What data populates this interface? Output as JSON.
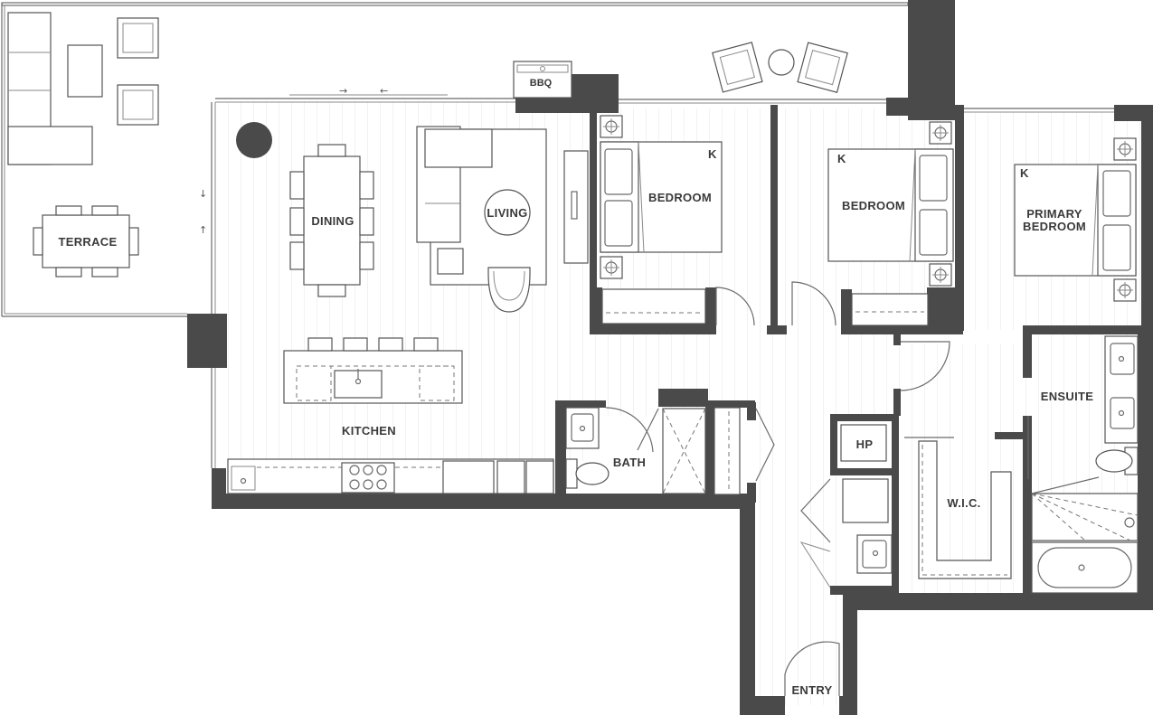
{
  "colors": {
    "wall": "#4a4a4b",
    "line": "#6b6b6b",
    "floor": "#fbfbfb",
    "background": "#ffffff"
  },
  "rooms": {
    "terrace": "TERRACE",
    "dining": "DINING",
    "living": "LIVING",
    "kitchen": "KITCHEN",
    "bedroom1": "BEDROOM",
    "bedroom2": "BEDROOM",
    "primary_line1": "PRIMARY",
    "primary_line2": "BEDROOM",
    "ensuite": "ENSUITE",
    "bath": "BATH",
    "wic": "W.I.C.",
    "hp": "HP",
    "entry": "ENTRY"
  },
  "fixtures": {
    "bbq": "BBQ",
    "king_marker": "K",
    "arrow_right": "→",
    "arrow_left": "←",
    "arrow_down": "↓",
    "arrow_up": "↑"
  }
}
